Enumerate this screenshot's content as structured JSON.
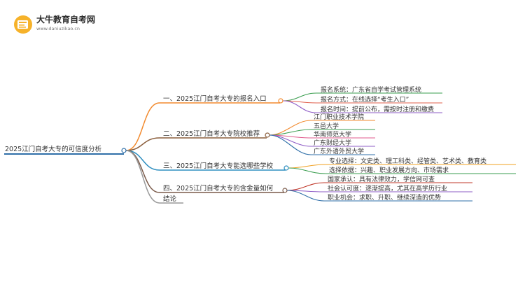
{
  "logo": {
    "title": "大牛教育自考网",
    "url": "www.daniuzikao.cn"
  },
  "root": {
    "label": "2025江门自考大专的可信度分析",
    "color": "#2f6fa8"
  },
  "branches": [
    {
      "label": "一、2025江门自考大专的报名入口",
      "color": "#f28a2e",
      "children": [
        {
          "label": "报名系统：广东省自学考试管理系统",
          "color": "#3a9d4f"
        },
        {
          "label": "报名方式：在线选择“考生入口”",
          "color": "#e0604e"
        },
        {
          "label": "报名时间：提前公布，需按时注册和缴费",
          "color": "#8e5cc6"
        }
      ]
    },
    {
      "label": "二、2025江门自考大专院校推荐",
      "color": "#8b5e3c",
      "children": [
        {
          "label": "江门职业技术学院",
          "color": "#f28a2e"
        },
        {
          "label": "五邑大学",
          "color": "#3a9d4f"
        },
        {
          "label": "华南师范大学",
          "color": "#e05a8c"
        },
        {
          "label": "广东财经大学",
          "color": "#8e5cc6"
        },
        {
          "label": "广东外语外贸大学",
          "color": "#2f6fa8"
        }
      ]
    },
    {
      "label": "三、2025江门自考大专能选哪些学校",
      "color": "#2f8fc0",
      "children": [
        {
          "label": "专业选择：文史类、理工科类、经管类、艺术类、教育类",
          "color": "#f0a020"
        },
        {
          "label": "选择依据：兴趣、职业发展方向、市场需求",
          "color": "#3a9d4f"
        }
      ]
    },
    {
      "label": "四、2025江门自考大专的含金量如何",
      "color": "#7a5a4a",
      "children": [
        {
          "label": "国家承认：具有法律效力，学信网可查",
          "color": "#c0392b"
        },
        {
          "label": "社会认可度：逐渐提高，尤其在高学历行业",
          "color": "#8e5cc6"
        },
        {
          "label": "职业机会：求职、升职、继续深造的优势",
          "color": "#2f6fa8"
        }
      ]
    },
    {
      "label": "结论",
      "color": "#999999",
      "children": []
    }
  ]
}
